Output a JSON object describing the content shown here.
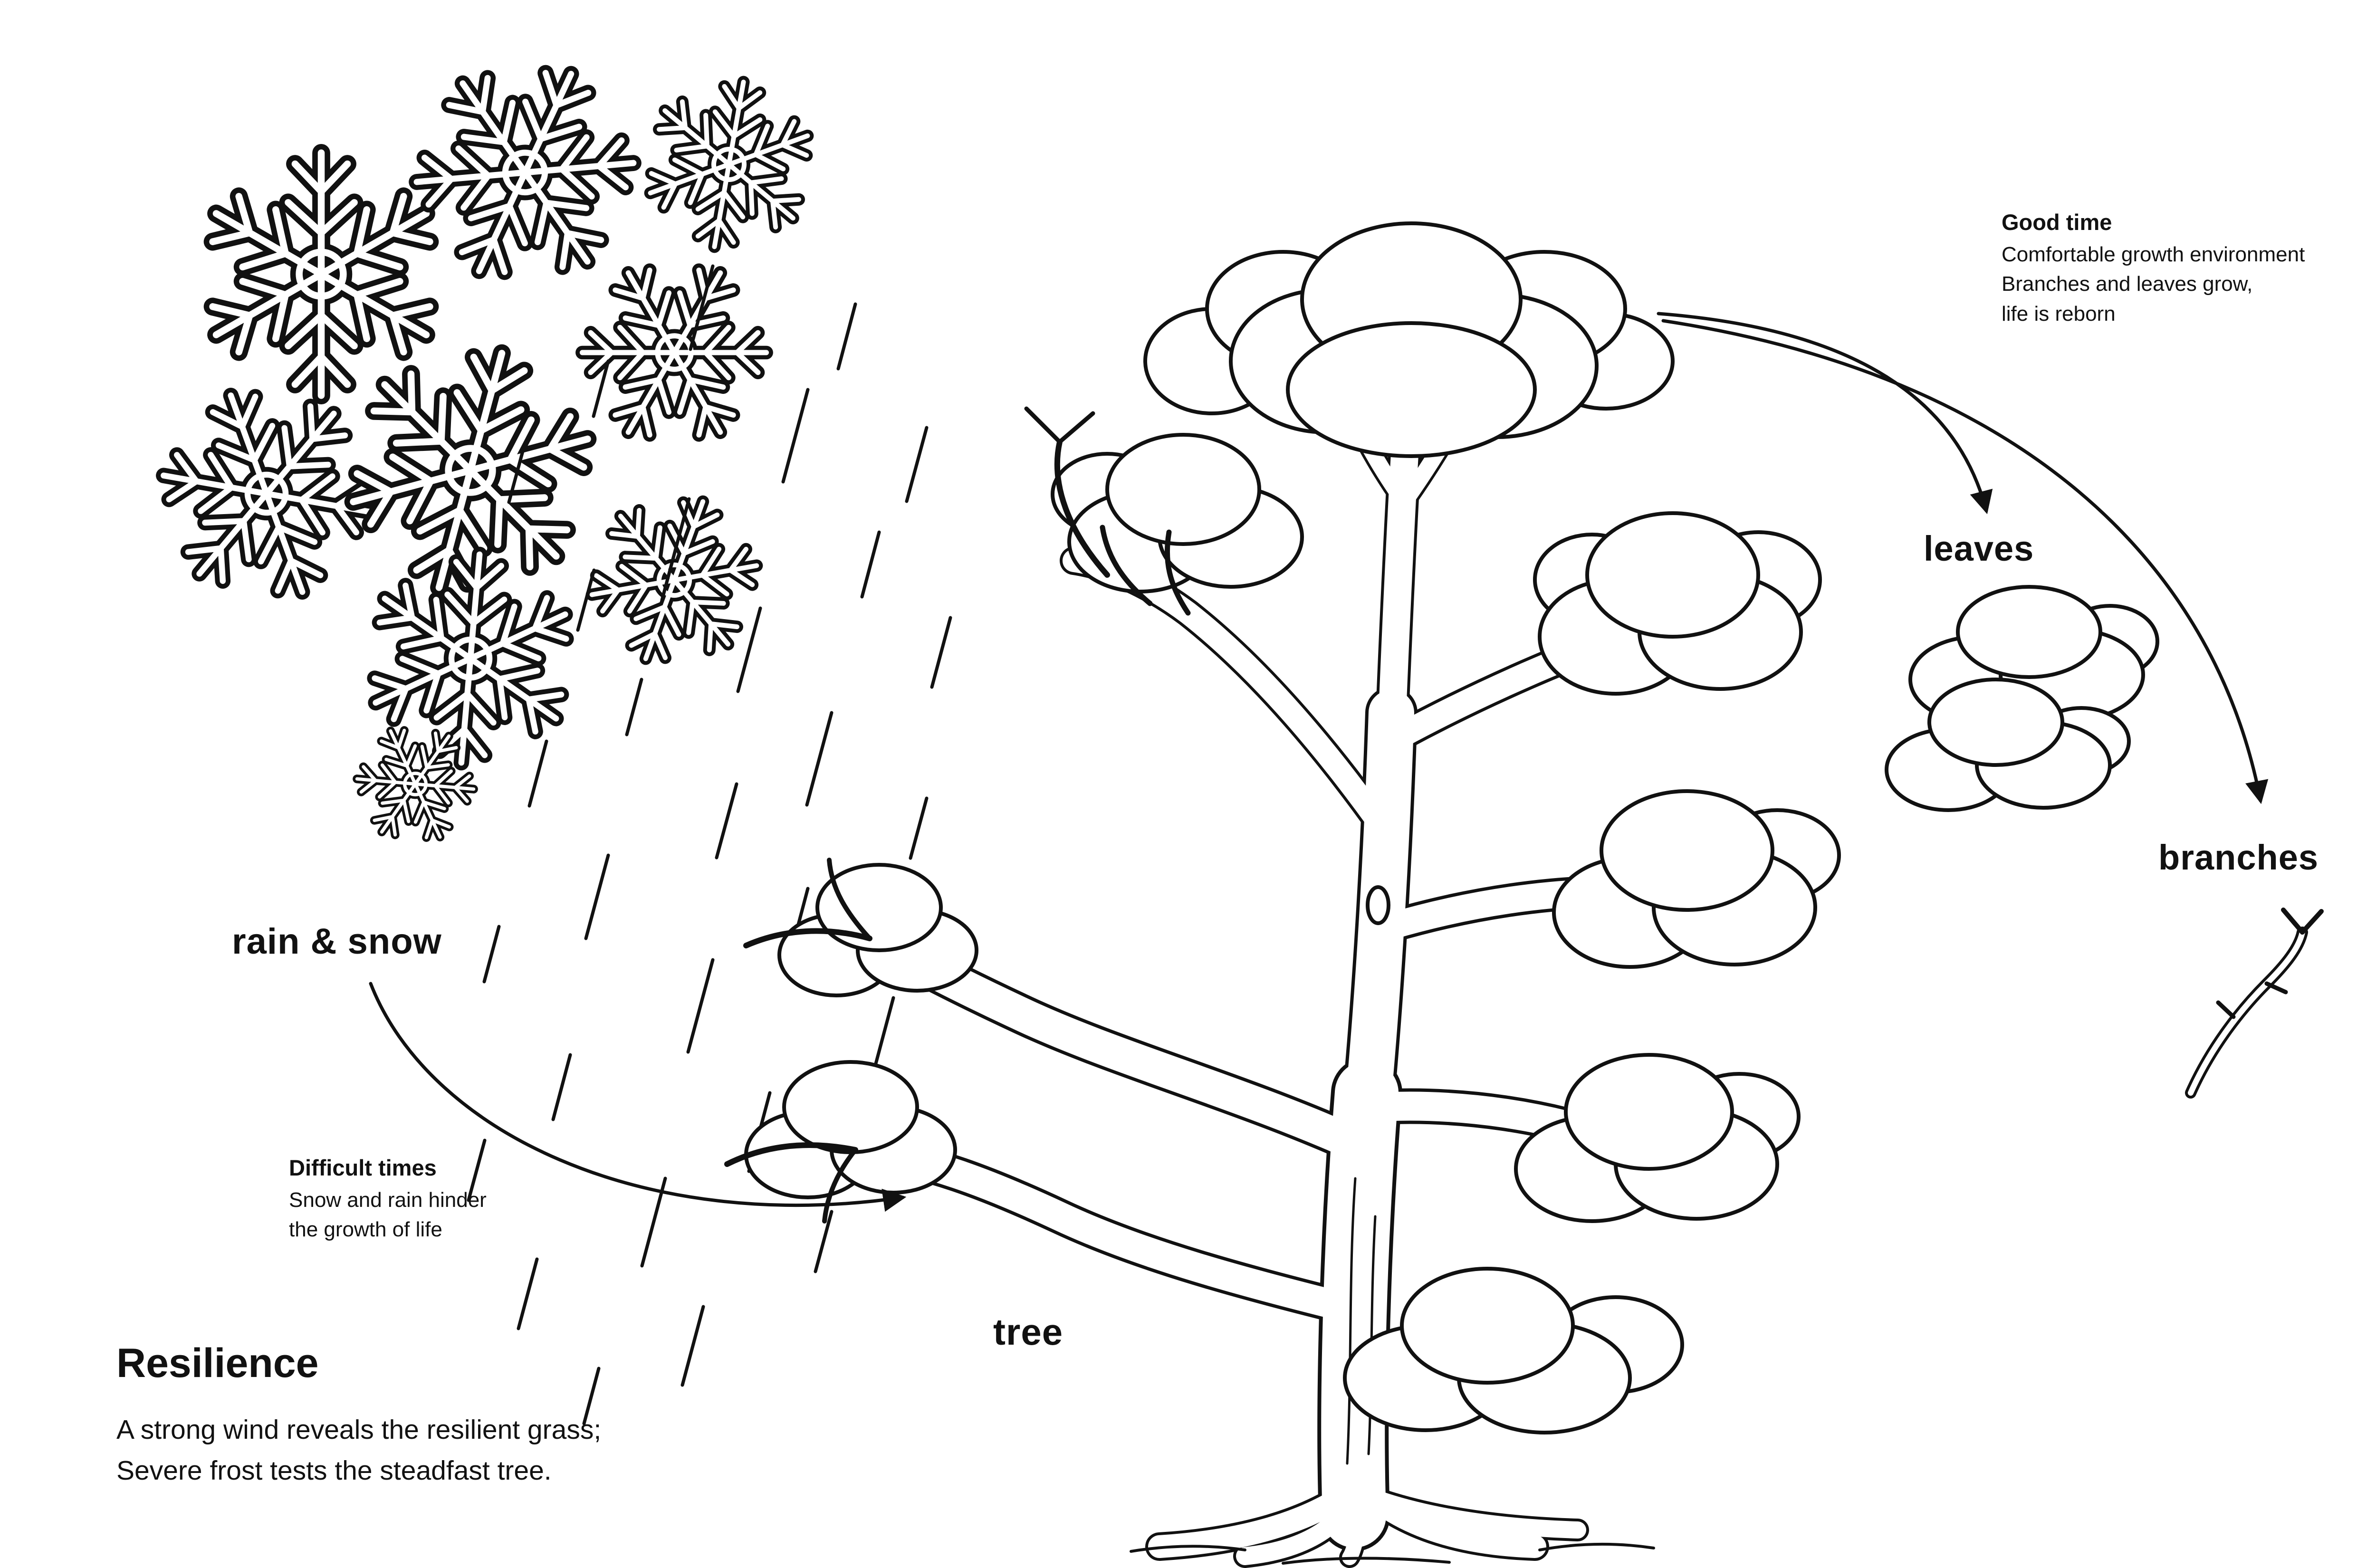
{
  "page": {
    "background": "#ffffff",
    "ink": "#111111"
  },
  "annotations": {
    "rain_snow_label": "rain & snow",
    "tree_label": "tree",
    "leaves_label": "leaves",
    "branches_label": "branches"
  },
  "callouts": {
    "difficult_times": {
      "heading": "Difficult times",
      "lines": [
        "Snow and rain hinder",
        "the growth of life"
      ]
    },
    "good_time": {
      "heading": "Good time",
      "lines": [
        "Comfortable growth environment",
        "Branches and leaves grow,",
        "life is reborn"
      ]
    },
    "resilience": {
      "heading": "Resilience",
      "lines": [
        "A strong wind reveals the resilient grass;",
        "Severe frost tests the steadfast tree."
      ]
    }
  },
  "icons": {
    "snowflake": "snowflake-line-art",
    "rain": "rain-streaks",
    "tree": "oak-tree-line-art",
    "leaves": "leaf-clump-line-art",
    "branch": "twig-line-art",
    "arrow": "curved-arrow"
  }
}
